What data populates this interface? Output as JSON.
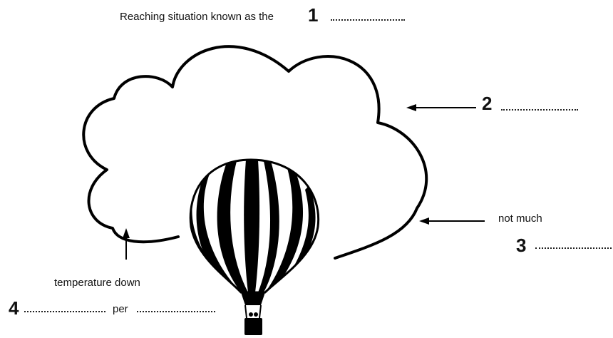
{
  "top_label": {
    "text": "Reaching situation known as the",
    "number": "1"
  },
  "label_2": {
    "number": "2"
  },
  "label_3": {
    "text": "not much",
    "number": "3"
  },
  "label_4": {
    "text_above": "temperature down",
    "number": "4",
    "middle_word": "per"
  },
  "icons": [
    "cloud-outline-icon",
    "hot-air-balloon-icon",
    "arrow-left-icon",
    "arrow-up-icon"
  ]
}
